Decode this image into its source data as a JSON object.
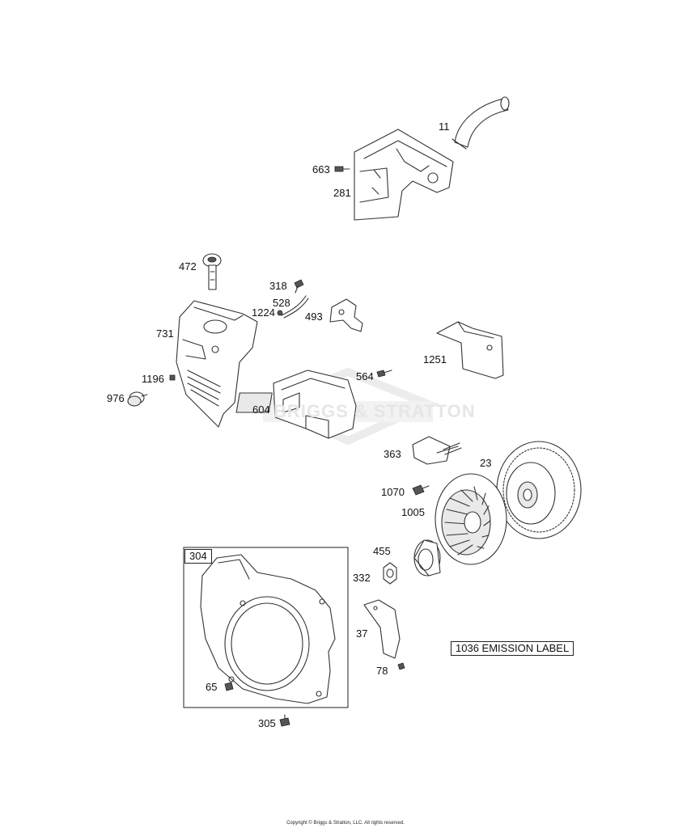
{
  "labels": {
    "p11": "11",
    "p663": "663",
    "p281": "281",
    "p472": "472",
    "p318": "318",
    "p528": "528",
    "p1224": "1224",
    "p493": "493",
    "p731": "731",
    "p1196": "1196",
    "p976": "976",
    "p1251": "1251",
    "p564": "564",
    "p604": "604",
    "p363": "363",
    "p23": "23",
    "p1070": "1070",
    "p1005": "1005",
    "p304": "304",
    "p455": "455",
    "p332": "332",
    "p37": "37",
    "p78": "78",
    "p65": "65",
    "p305": "305",
    "emission": "1036 EMISSION LABEL"
  },
  "watermark": "BRIGGS & STRATTON",
  "copyright": "Copyright © Briggs & Stratton, LLC. All rights reserved."
}
